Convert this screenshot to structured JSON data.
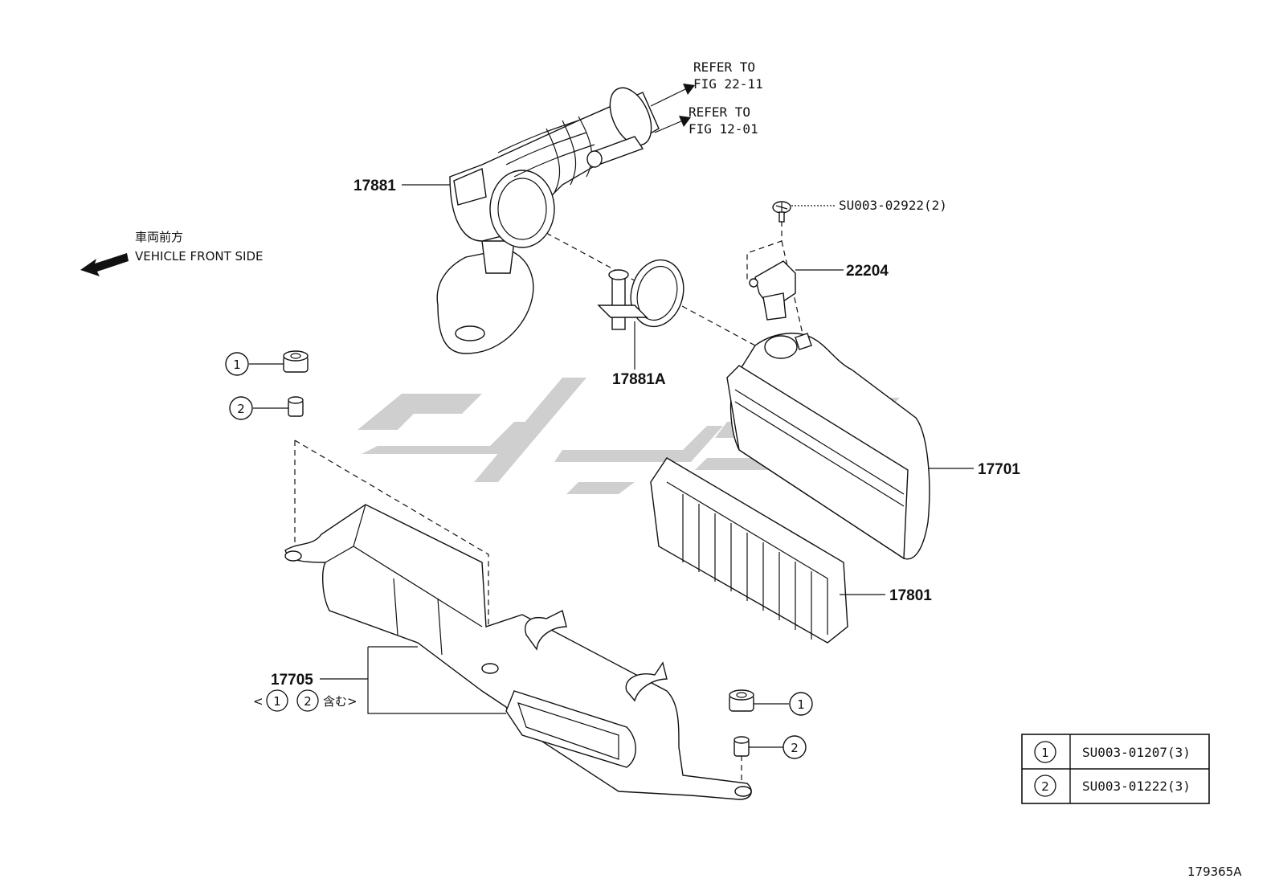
{
  "diagram": {
    "orientation": {
      "label_jp": "車両前方",
      "label_en": "VEHICLE FRONT SIDE"
    },
    "refer_top": {
      "line1": "REFER TO",
      "line2": "FIG 22-11"
    },
    "refer_bottom": {
      "line1": "REFER TO",
      "line2": "FIG 12-01"
    },
    "parts": {
      "hose": "17881",
      "clamp": "17881A",
      "screw": "SU003-02922(2)",
      "sensor": "22204",
      "cap": "17701",
      "element": "17801",
      "case": "17705"
    },
    "case_note": {
      "open": "<",
      "one": "1",
      "two": "2",
      "suffix": "含む>"
    },
    "callouts": {
      "one": "1",
      "two": "2"
    },
    "legend": [
      {
        "num": "1",
        "part": "SU003-01207(3)"
      },
      {
        "num": "2",
        "part": "SU003-01222(3)"
      }
    ],
    "figure_id": "179365A",
    "colors": {
      "line": "#111111",
      "watermark": "#cfcfcf",
      "background": "#ffffff"
    }
  }
}
